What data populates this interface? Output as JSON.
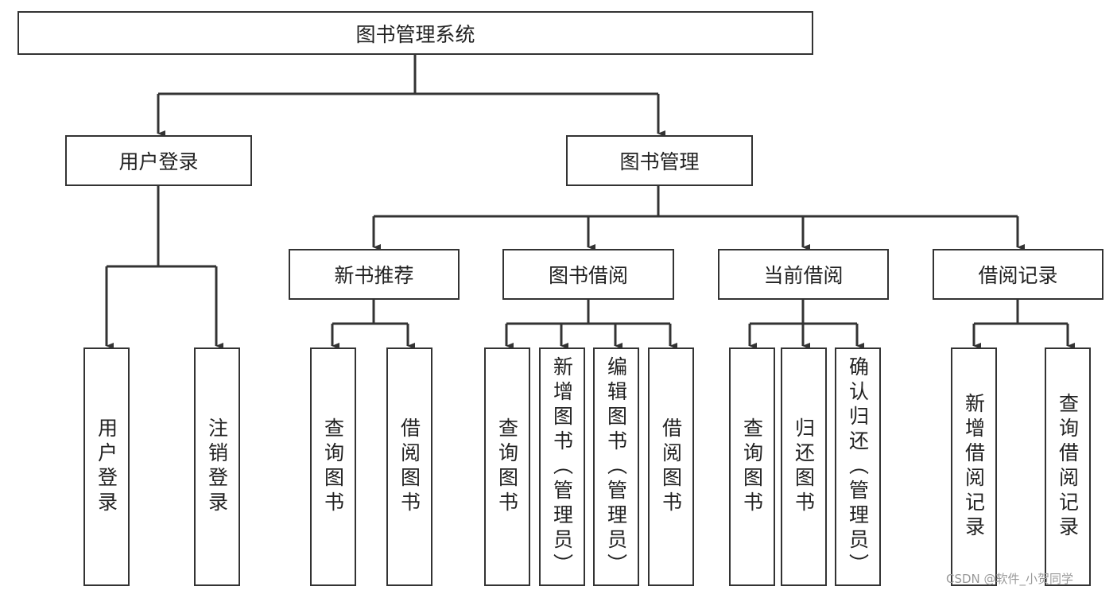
{
  "diagram": {
    "root": "图书管理系统",
    "login": {
      "label": "用户登录",
      "children": [
        "用户登录",
        "注销登录"
      ]
    },
    "manage": {
      "label": "图书管理",
      "groups": [
        {
          "label": "新书推荐",
          "children": [
            "查询图书",
            "借阅图书"
          ]
        },
        {
          "label": "图书借阅",
          "children": [
            "查询图书",
            "新增图书（管理员）",
            "编辑图书（管理员）",
            "借阅图书"
          ]
        },
        {
          "label": "当前借阅",
          "children": [
            "查询图书",
            "归还图书",
            "确认归还（管理员）"
          ]
        },
        {
          "label": "借阅记录",
          "children": [
            "新增借阅记录",
            "查询借阅记录"
          ]
        }
      ]
    },
    "line_color": "#333333"
  },
  "watermark": "CSDN @软件_小贺同学"
}
